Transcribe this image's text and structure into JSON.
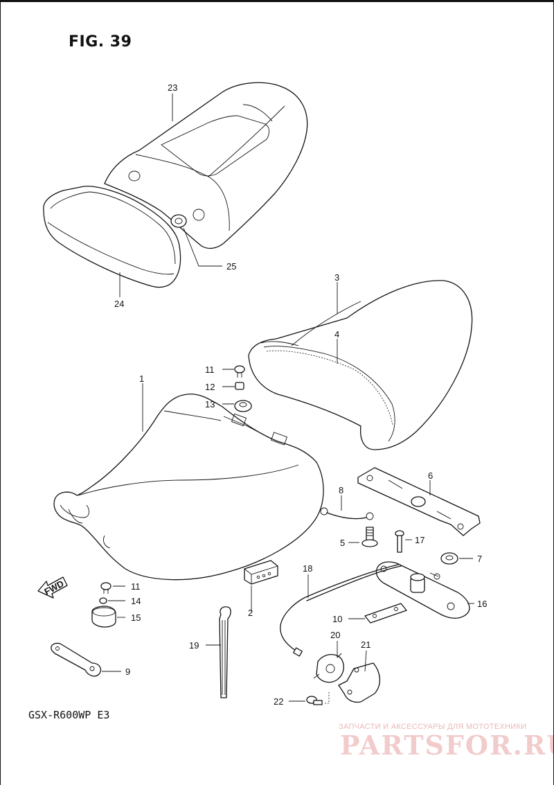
{
  "figure": {
    "title": "FIG. 39",
    "model_code": "GSX-R600WP  E3"
  },
  "fwd_label": "FWD",
  "callouts": {
    "p1": "1",
    "p2": "2",
    "p3": "3",
    "p4": "4",
    "p5": "5",
    "p6": "6",
    "p7": "7",
    "p8": "8",
    "p9": "9",
    "p10": "10",
    "p11a": "11",
    "p11b": "11",
    "p12": "12",
    "p13": "13",
    "p14": "14",
    "p15": "15",
    "p16": "16",
    "p17": "17",
    "p18": "18",
    "p19": "19",
    "p20": "20",
    "p21": "21",
    "p22": "22",
    "p23": "23",
    "p24": "24",
    "p25": "25"
  },
  "watermark": {
    "line1": "ЗАПЧАСТИ И АКСЕССУАРЫ ДЛЯ МОТОТЕХНИКИ",
    "brand": "PARTSFOR.RU"
  },
  "colors": {
    "line": "#111111",
    "background": "#ffffff",
    "watermark": "#f2cccc"
  }
}
